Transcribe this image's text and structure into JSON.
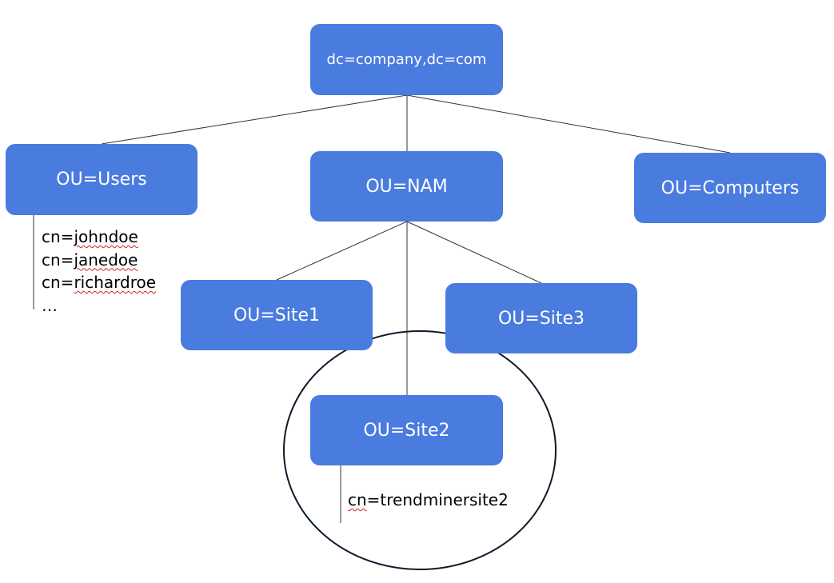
{
  "tree": {
    "root": {
      "label": "dc=company,dc=com"
    },
    "level1": [
      {
        "key": "users",
        "label": "OU=Users"
      },
      {
        "key": "nam",
        "label": "OU=NAM"
      },
      {
        "key": "computers",
        "label": "OU=Computers"
      }
    ],
    "nam_children": [
      {
        "key": "site1",
        "label": "OU=Site1"
      },
      {
        "key": "site2",
        "label": "OU=Site2"
      },
      {
        "key": "site3",
        "label": "OU=Site3"
      }
    ],
    "users_entries": [
      {
        "prefix": "cn=",
        "name": "johndoe"
      },
      {
        "prefix": "cn=",
        "name": "janedoe"
      },
      {
        "prefix": "cn=",
        "name": "richardroe"
      },
      {
        "prefix": "",
        "name": "…"
      }
    ],
    "site2_entries": [
      {
        "prefix": "cn",
        "name": "=trendminersite2"
      }
    ]
  },
  "colors": {
    "node_fill": "#4a7bdf",
    "node_text": "#ffffff",
    "edge": "#333333",
    "highlight_circle": "#0d1b2a",
    "spellcheck_underline": "#d02020"
  }
}
